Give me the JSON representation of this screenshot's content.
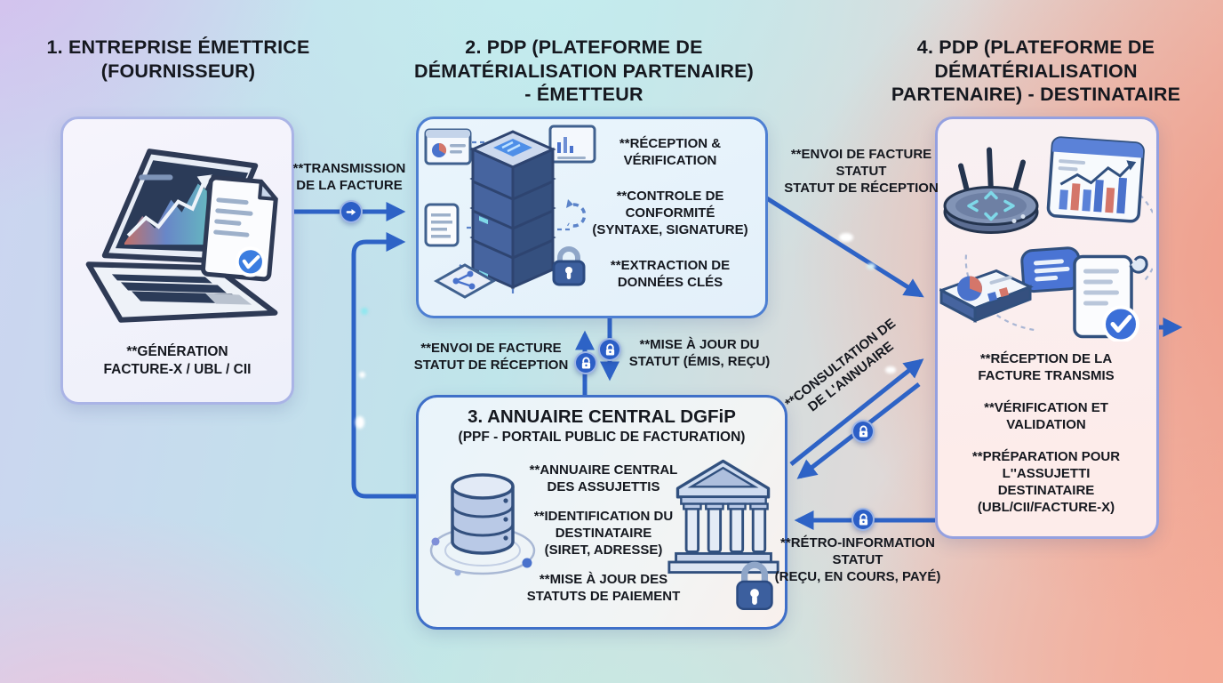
{
  "colors": {
    "arrow_blue": "#2e63c6",
    "badge_blue": "#2b5ec6",
    "text_dark": "#15181f",
    "box1_border": "#aab4e6",
    "box2_border": "#4d7fd2",
    "box3_border": "#3f6fc8",
    "box4_border": "#94a0e0"
  },
  "nodes": {
    "node1": {
      "title": "1. ENTREPRISE ÉMETTRICE\n(FOURNISSEUR)",
      "caption": "**GÉNÉRATION\nFACTURE-X / UBL / CII",
      "icons": [
        "laptop-chart-icon",
        "invoice-check-icon"
      ]
    },
    "node2": {
      "title": "2. PDP (PLATEFORME DE\nDÉMATÉRIALISATION PARTENAIRE)\n- ÉMETTEUR",
      "items": [
        "**RÉCEPTION &\nVÉRIFICATION",
        "**CONTROLE DE\nCONFORMITÉ\n(SYNTAXE, SIGNATURE)",
        "**EXTRACTION DE\nDONNÉES CLÉS"
      ],
      "icons": [
        "server-stack-icon",
        "pie-window-icon",
        "bar-window-icon",
        "document-icon",
        "share-node-icon",
        "sync-icon",
        "padlock-icon"
      ]
    },
    "node3": {
      "title": "3. ANNUAIRE CENTRAL DGFiP",
      "subtitle": "(PPF - PORTAIL PUBLIC DE FACTURATION)",
      "items": [
        "**ANNUAIRE CENTRAL\nDES ASSUJETTIS",
        "**IDENTIFICATION DU\nDESTINATAIRE\n(SIRET, ADRESSE)",
        "**MISE À JOUR DES\nSTATUTS DE PAIEMENT"
      ],
      "icons": [
        "database-icon",
        "bank-icon",
        "padlock-icon"
      ]
    },
    "node4": {
      "title": "4. PDP (PLATEFORME DE\nDÉMATÉRIALISATION\nPARTENAIRE) - DESTINATAIRE",
      "items": [
        "**RÉCEPTION DE LA\nFACTURE TRANSMIS",
        "**VÉRIFICATION ET\nVALIDATION",
        "**PRÉPARATION POUR\nL''ASSUJETTI\nDESTINATAIRE\n(UBL/CII/FACTURE-X)"
      ],
      "icons": [
        "router-icon",
        "chart-window-icon",
        "message-card-icon",
        "device-pie-icon",
        "scroll-check-icon"
      ]
    }
  },
  "edges": {
    "transmission": {
      "label": "**TRANSMISSION\nDE LA FACTURE"
    },
    "envoi_facture_statut": {
      "label": "**ENVOI DE FACTURE\nSTATUT\nSTATUT DE RÉCEPTION"
    },
    "envoi_statut_reception": {
      "label": "**ENVOI DE FACTURE\nSTATUT DE RÉCEPTION"
    },
    "mise_a_jour_statut": {
      "label": "**MISE À JOUR DU\nSTATUT (ÉMIS, REÇU)"
    },
    "consultation_annuaire": {
      "label": "**CONSULTATION DE\nDE L'ANNUAIRE"
    },
    "retro_information": {
      "label": "**RÉTRO-INFORMATION\nSTATUT\n(REÇU, EN COURS, PAYÉ)"
    }
  }
}
